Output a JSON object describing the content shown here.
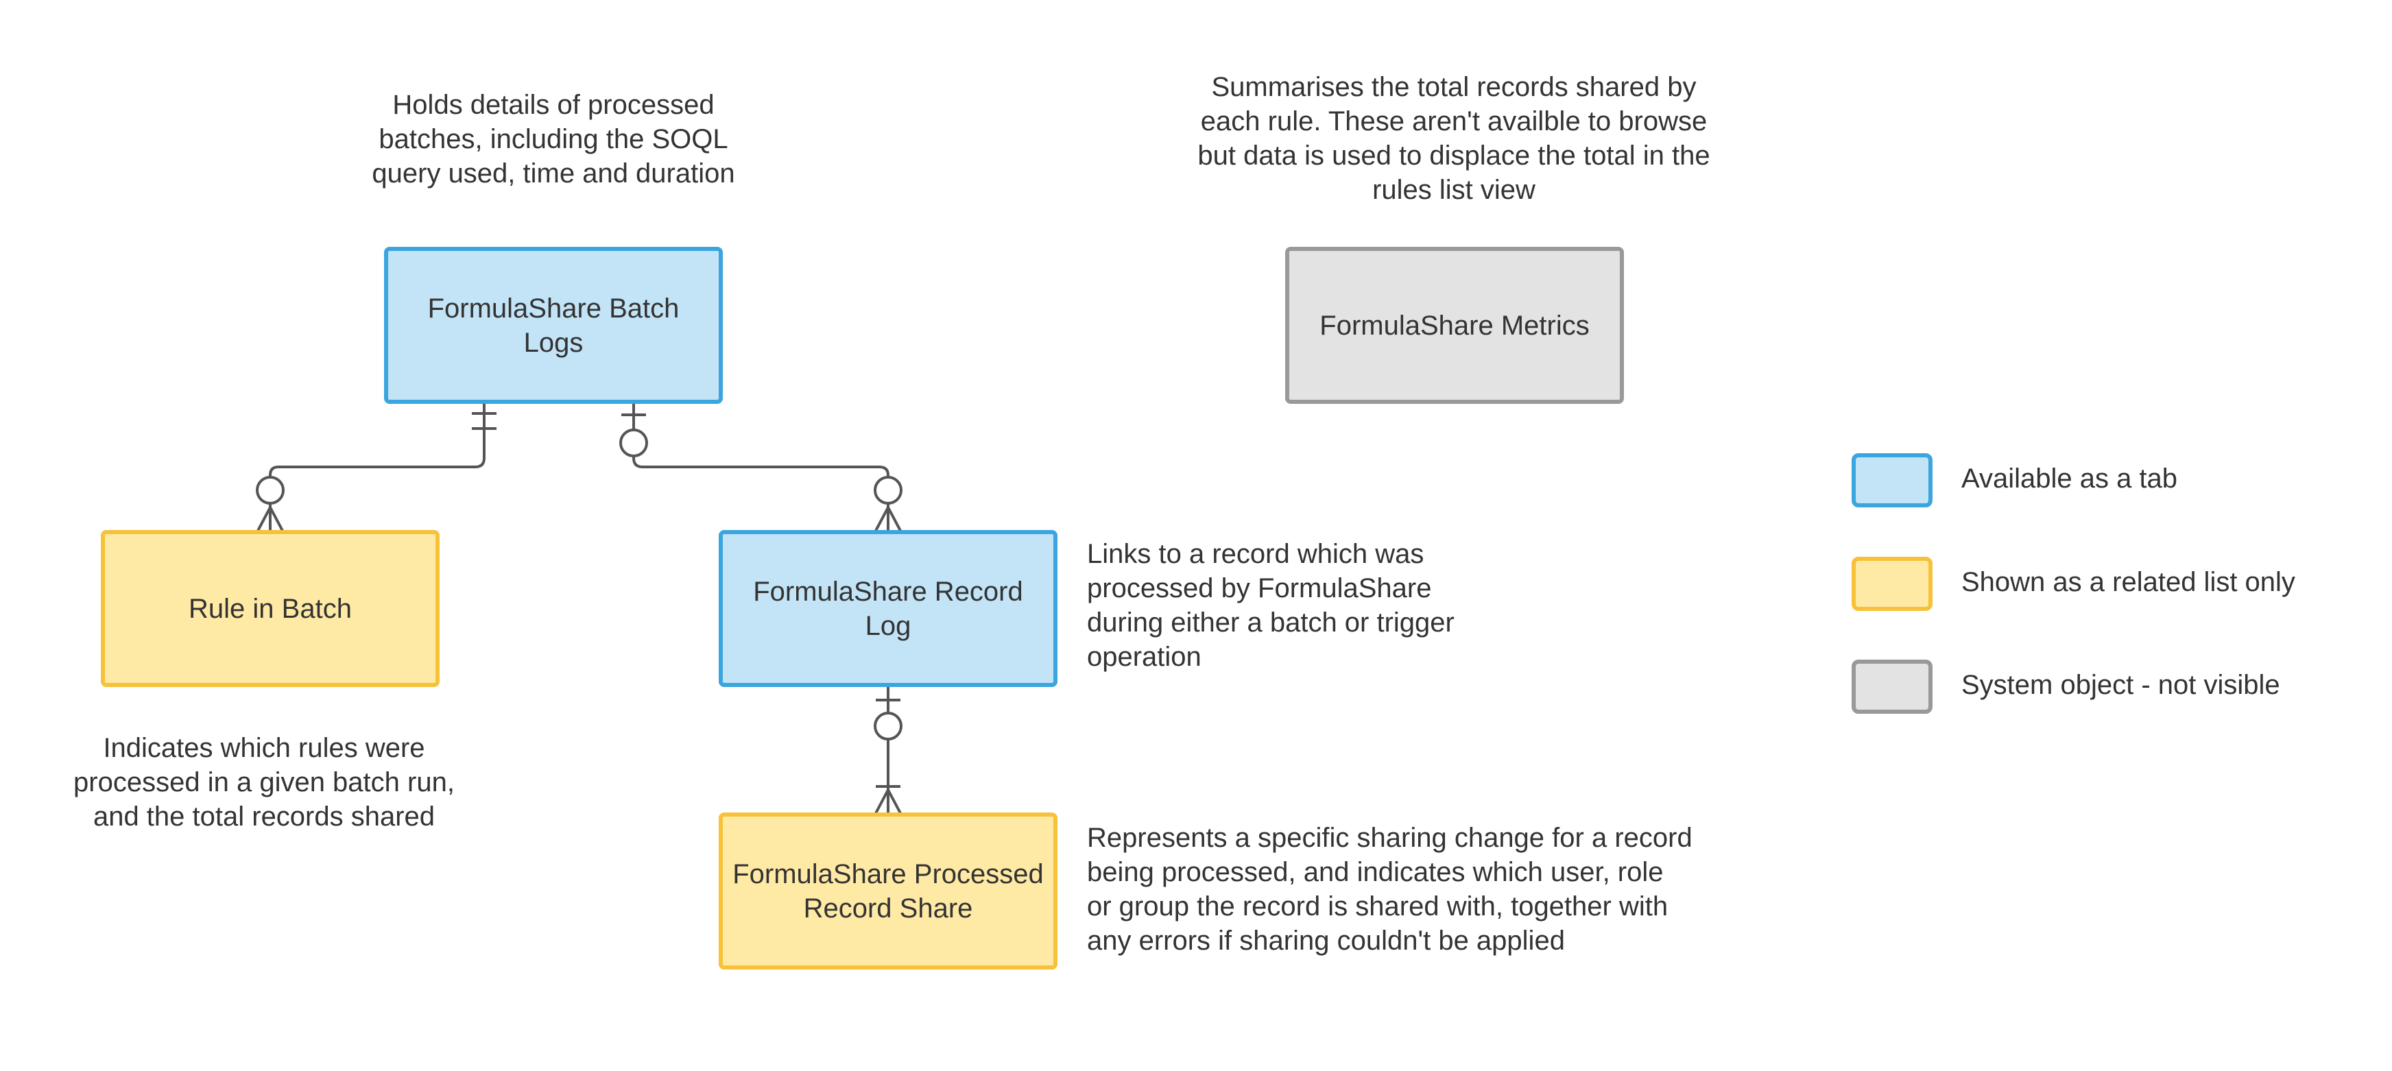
{
  "colors": {
    "blue_fill": "#c3e4f7",
    "blue_border": "#3aa5de",
    "yellow_fill": "#ffeaa5",
    "yellow_border": "#f7c139",
    "grey_fill": "#e3e3e3",
    "grey_border": "#999999",
    "connector": "#555555",
    "text": "#333333"
  },
  "entities": {
    "batch_logs": {
      "label": "FormulaShare Batch Logs",
      "category": "tab"
    },
    "metrics": {
      "label": "FormulaShare Metrics",
      "category": "system"
    },
    "rule_in_batch": {
      "label": "Rule in Batch",
      "category": "related-list"
    },
    "record_log": {
      "label": "FormulaShare Record Log",
      "category": "tab"
    },
    "processed_record_share": {
      "label": "FormulaShare Processed Record Share",
      "category": "related-list"
    }
  },
  "notes": {
    "batch_logs": [
      "Holds details of processed",
      "batches, including the SOQL",
      "query used, time and duration"
    ],
    "metrics": [
      "Summarises the total records shared by",
      "each rule. These aren't availble to browse",
      "but data is used to displace the total in the",
      "rules list view"
    ],
    "rule_in_batch": [
      "Indicates which rules were",
      "processed in a given batch run,",
      "and the total records shared"
    ],
    "record_log": [
      "Links to a record which was",
      "processed by FormulaShare",
      "during either a batch or trigger",
      "operation"
    ],
    "processed_record_share": [
      "Represents a specific sharing change for a record",
      "being processed, and indicates which user, role",
      "or group the record is shared with, together with",
      "any errors if sharing couldn't be applied"
    ]
  },
  "relationships": [
    {
      "from": "FormulaShare Batch Logs",
      "to": "Rule in Batch",
      "from_cardinality": "one-and-only-one",
      "to_cardinality": "zero-or-many"
    },
    {
      "from": "FormulaShare Batch Logs",
      "to": "FormulaShare Record Log",
      "from_cardinality": "zero-or-one",
      "to_cardinality": "zero-or-many"
    },
    {
      "from": "FormulaShare Record Log",
      "to": "FormulaShare Processed Record Share",
      "from_cardinality": "zero-or-one",
      "to_cardinality": "one-or-many"
    }
  ],
  "legend": [
    {
      "label": "Available as a tab",
      "category": "tab"
    },
    {
      "label": "Shown as a related list only",
      "category": "related-list"
    },
    {
      "label": "System object - not visible",
      "category": "system"
    }
  ]
}
